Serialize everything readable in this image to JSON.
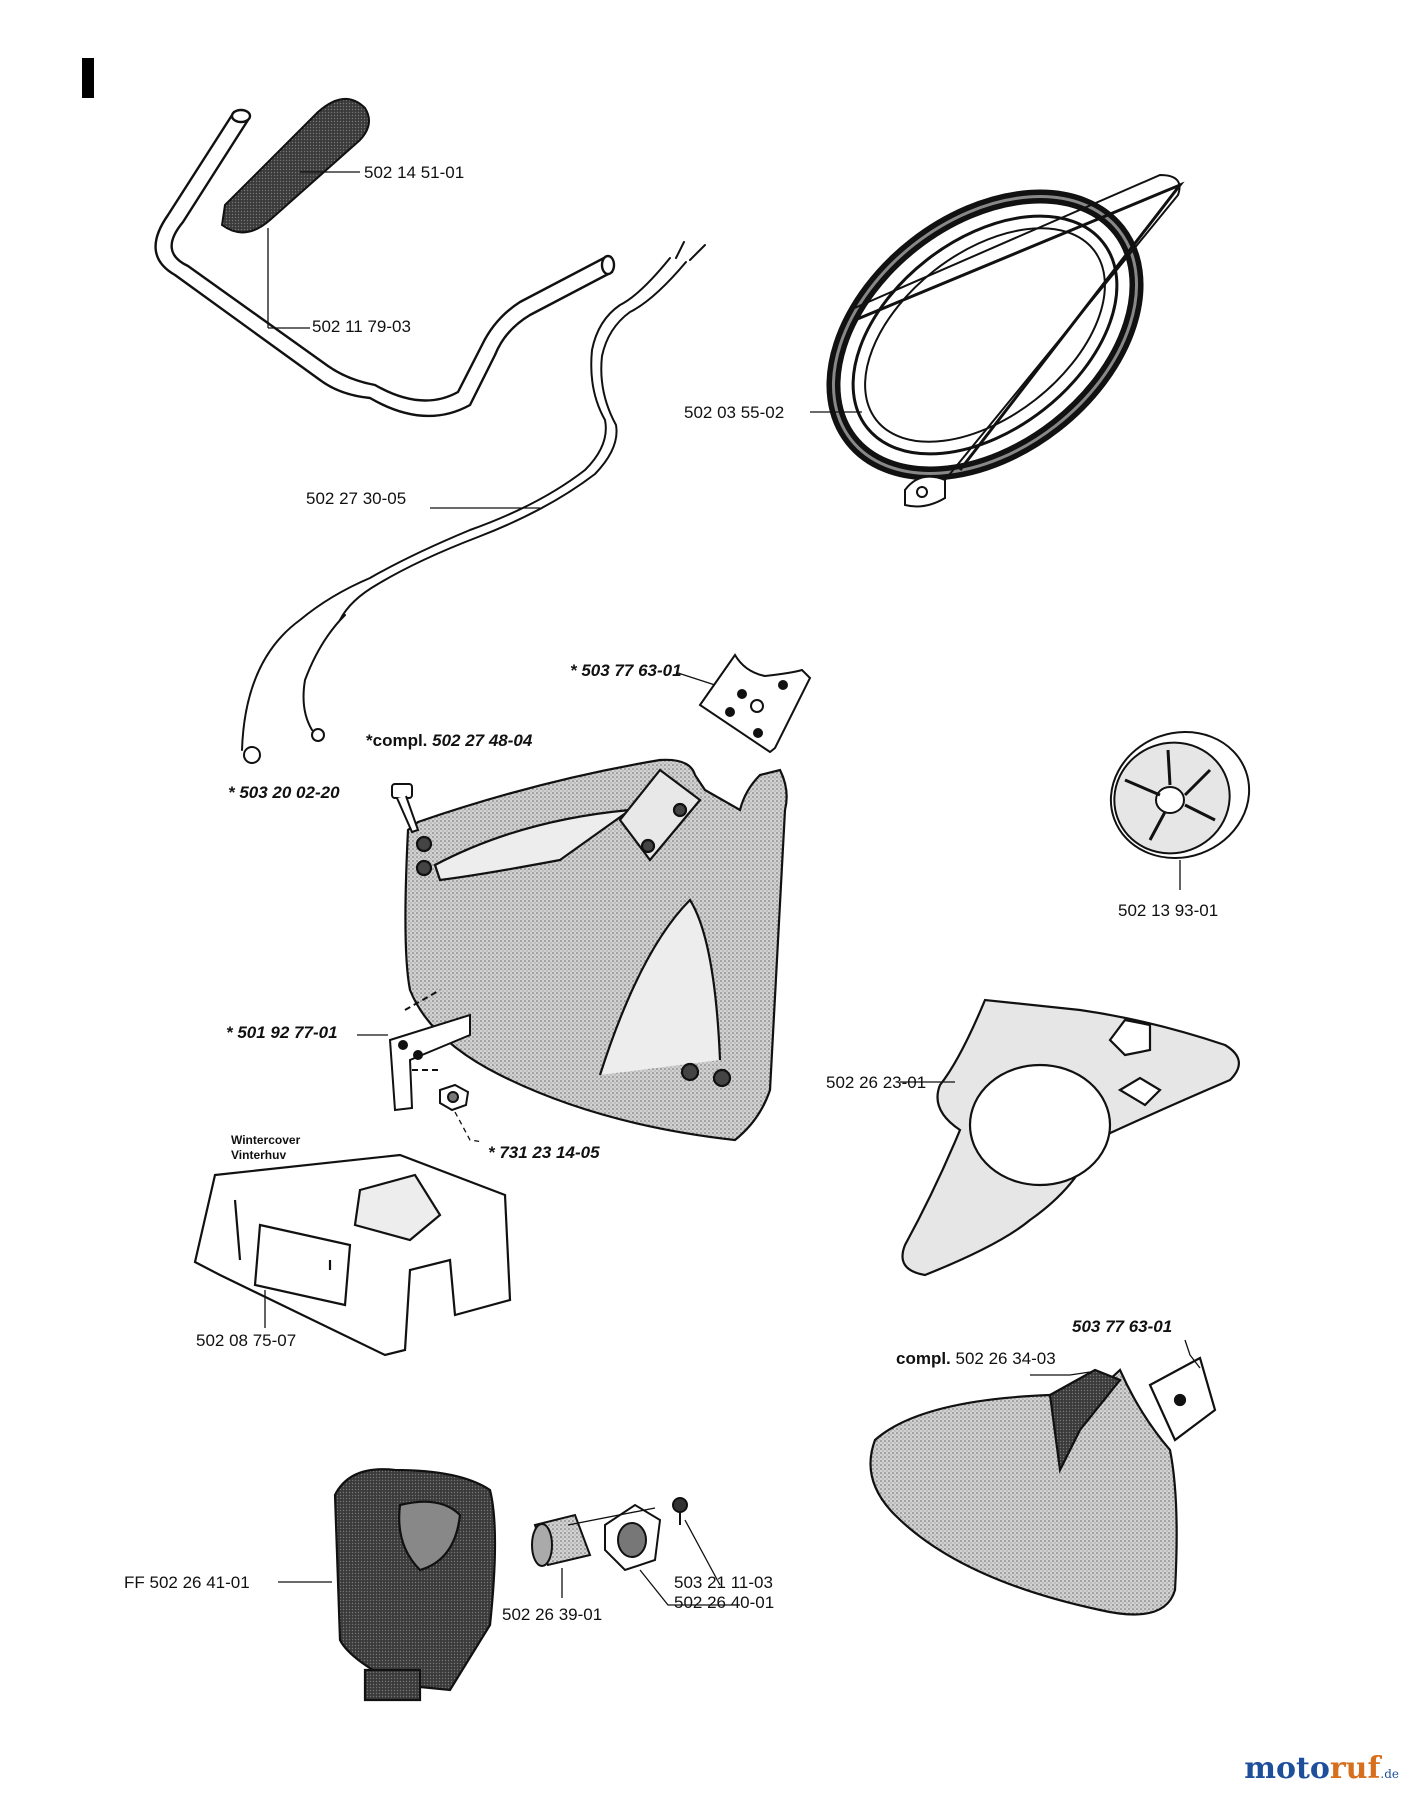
{
  "section_mark": "I",
  "labels": {
    "p1": "502 14 51-01",
    "p2": "502 11 79-03",
    "p3": "502 03 55-02",
    "p4": "502 27 30-05",
    "p5_star": "* ",
    "p5": "503 77 63-01",
    "p6_prefix": "*compl. ",
    "p6": "502 27 48-04",
    "p7": "* 503 20 02-20",
    "p8": "502 13 93-01",
    "p9": "* 501 92 77-01",
    "p10": "502 26 23-01",
    "p11": "* 731 23 14-05",
    "wintercover_1": "Wintercover",
    "wintercover_2": "Vinterhuv",
    "p12": "502 08 75-07",
    "p13": "503 77 63-01",
    "p14_prefix": "compl. ",
    "p14": "502 26 34-03",
    "p15": "FF 502 26 41-01",
    "p16": "502 26 39-01",
    "p17": "503 21 11-03",
    "p18": "502 26 40-01"
  },
  "logo": {
    "part1": "moto",
    "part2": "ruf",
    "part3": ".de"
  },
  "colors": {
    "ink": "#111111",
    "shade": "#c9c9c9",
    "dark": "#555555",
    "logo_blue": "#1e4f9a",
    "logo_orange": "#d6701e"
  }
}
